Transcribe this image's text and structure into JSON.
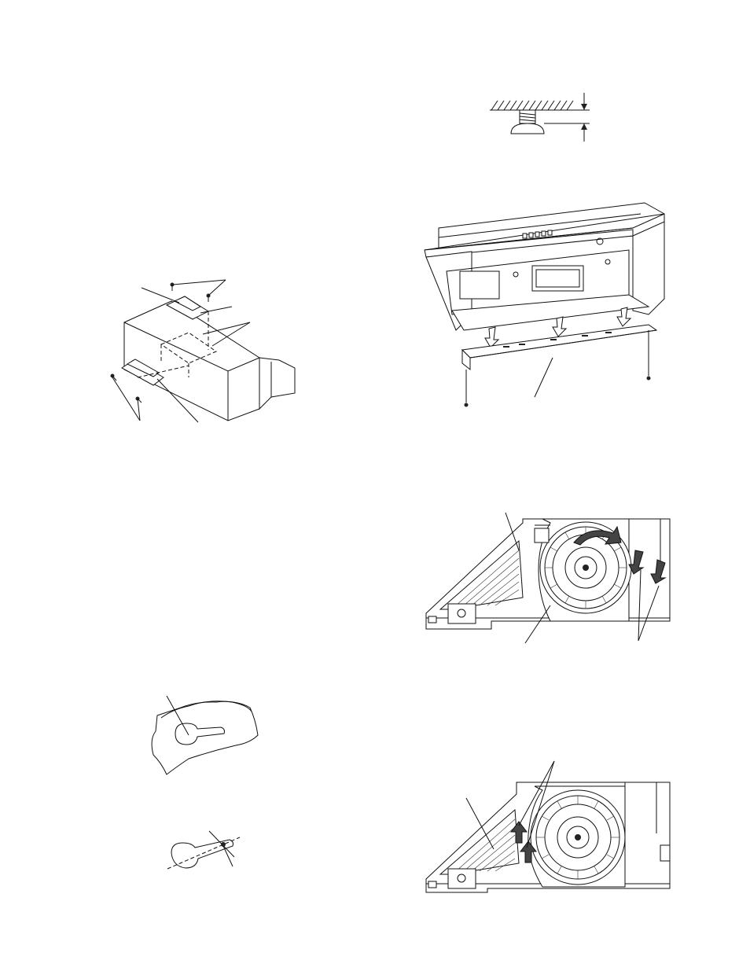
{
  "figures": [
    {
      "id": "hood-bracket-install",
      "labels": []
    },
    {
      "id": "screw-gap-detail",
      "labels": []
    },
    {
      "id": "hood-mount-front",
      "labels": []
    },
    {
      "id": "blower-top",
      "labels": []
    },
    {
      "id": "keyhole-slot",
      "labels": []
    },
    {
      "id": "keyhole-screw",
      "labels": []
    },
    {
      "id": "blower-bottom",
      "labels": []
    }
  ]
}
